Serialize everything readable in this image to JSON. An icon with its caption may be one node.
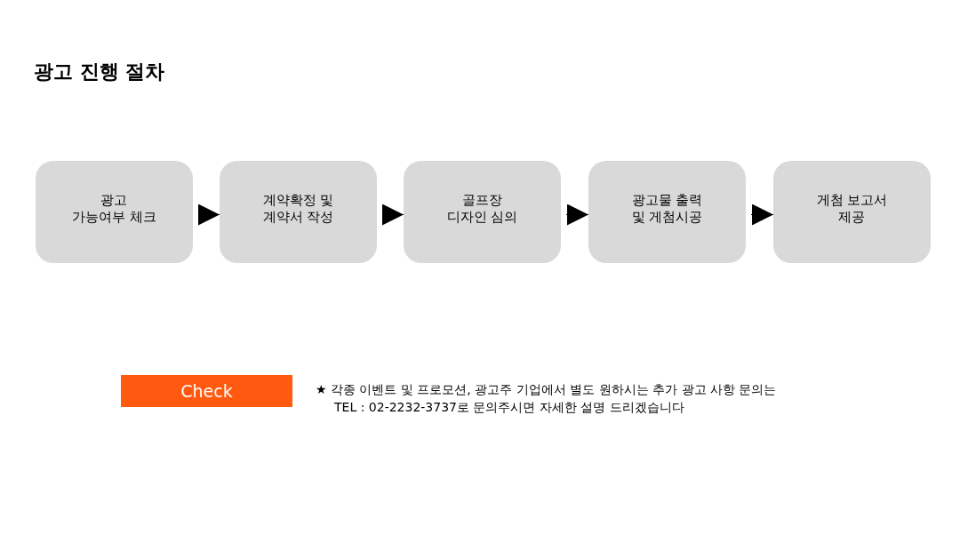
{
  "diagram": {
    "title": "광고 진행 절차",
    "nodes": [
      {
        "text": [
          "광고 가능여부 체크"
        ]
      },
      {
        "text": [
          "계약확정 및 계약서 작성"
        ]
      },
      {
        "text": [
          "골프장 디자인 심의"
        ]
      },
      {
        "text": [
          "광고물 출력 및 게첨시공"
        ]
      },
      {
        "text": [
          "게첨 보고서 제공"
        ]
      },
      {
        "text": [
          "Check"
        ]
      }
    ],
    "edges": [
      {
        "from": 0,
        "to": 1,
        "arrow": "to"
      },
      {
        "from": 1,
        "to": 2,
        "arrow": "to"
      },
      {
        "from": 2,
        "to": 3,
        "arrow": "to"
      },
      {
        "from": 3,
        "to": 4,
        "arrow": "to"
      }
    ],
    "labels": [
      "★ 각종 이벤트 및 프로모션, 광고주 기업에서 별도 원하시는 추가 광고 사항 문의는",
      "TEL : 02-2232-3737로 문의주시면 자세한 설명 드리겠습니다"
    ]
  }
}
